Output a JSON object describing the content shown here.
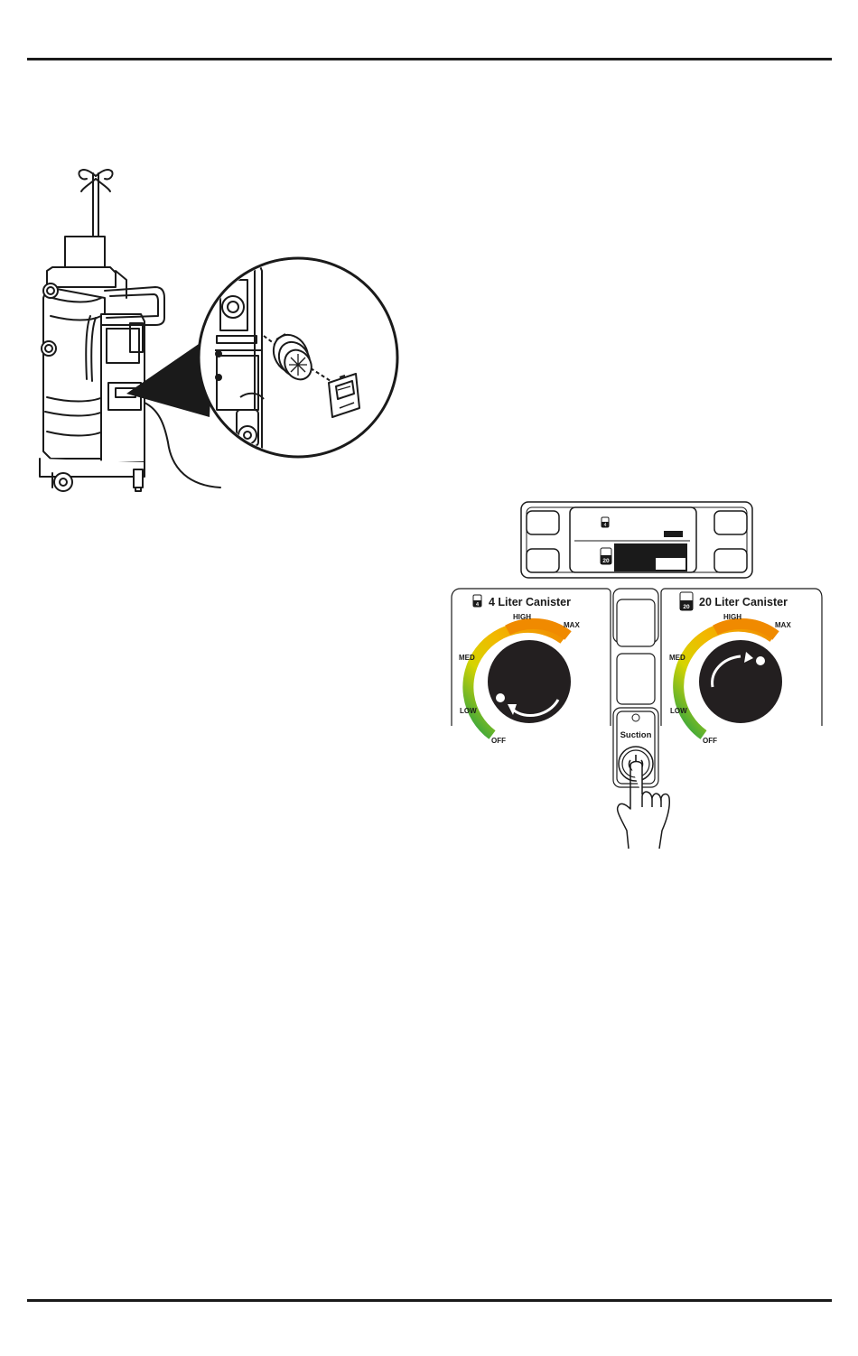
{
  "panel": {
    "left_canister": {
      "title": "4 Liter Canister",
      "badge": "4"
    },
    "right_canister": {
      "title": "20 Liter Canister",
      "badge": "20"
    },
    "dial_labels": {
      "off": "OFF",
      "low": "LOW",
      "med": "MED",
      "high": "HIGH",
      "max": "MAX"
    },
    "suction_button": {
      "label": "Suction"
    },
    "display": {
      "badge_small": "4",
      "badge_large": "20"
    }
  },
  "colors": {
    "dial_body": "#231f20",
    "arc_green": "#1a9e4a",
    "arc_yellow": "#f2d600",
    "arc_orange": "#f08a00",
    "line": "#1a1a1a"
  }
}
